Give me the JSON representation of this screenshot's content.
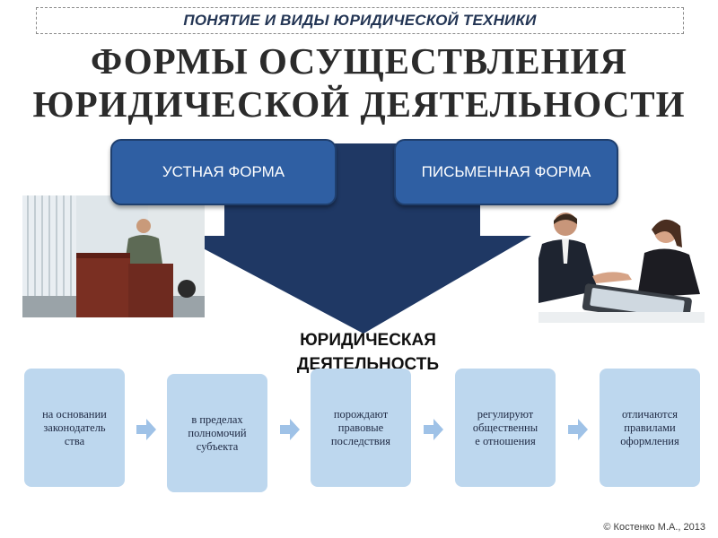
{
  "header": {
    "title": "ПОНЯТИЕ И ВИДЫ ЮРИДИЧЕСКОЙ ТЕХНИКИ"
  },
  "main_title": {
    "line1": "ФОРМЫ ОСУЩЕСТВЛЕНИЯ",
    "line2": "ЮРИДИЧЕСКОЙ ДЕЯТЕЛЬНОСТИ"
  },
  "forms": {
    "oral": "УСТНАЯ ФОРМА",
    "written": "ПИСЬМЕННАЯ ФОРМА"
  },
  "center_label": {
    "line1": "ЮРИДИЧЕСКАЯ",
    "line2": "ДЕЯТЕЛЬНОСТЬ"
  },
  "steps": [
    {
      "lines": [
        "на основании",
        "законодатель",
        "ства"
      ]
    },
    {
      "lines": [
        "в пределах",
        "полномочий",
        "субъекта"
      ]
    },
    {
      "lines": [
        "порождают",
        "правовые",
        "последствия"
      ]
    },
    {
      "lines": [
        "регулируют",
        "общественны",
        "е отношения"
      ]
    },
    {
      "lines": [
        "отличаются",
        "правилами",
        "оформления"
      ]
    }
  ],
  "copyright": "© Костенко М.А., 2013",
  "colors": {
    "box_blue": "#2f5fa3",
    "arrow_navy": "#1f3864",
    "step_fill": "#bdd7ee",
    "chevron": "#9fc2e7"
  },
  "icons": {
    "chevron": "chevron-right-icon"
  }
}
